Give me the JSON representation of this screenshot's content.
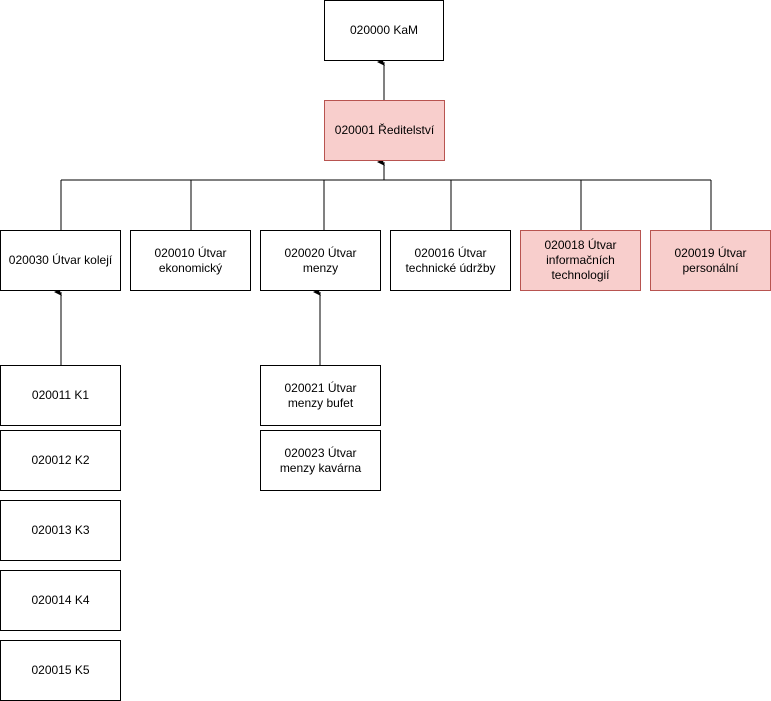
{
  "colors": {
    "highlight_fill": "#f8cecc",
    "highlight_border": "#b85450",
    "default_fill": "#ffffff",
    "line": "#000000"
  },
  "nodes": {
    "kam": {
      "label": "020000 KaM",
      "highlighted": false
    },
    "reditelstvi": {
      "label": "020001 Ředitelství",
      "highlighted": true
    },
    "utvar_koleji": {
      "label": "020030 Útvar kolejí",
      "highlighted": false
    },
    "utvar_ekonomicky": {
      "label": "020010 Útvar ekonomický",
      "highlighted": false
    },
    "utvar_menzy": {
      "label": "020020 Útvar menzy",
      "highlighted": false
    },
    "utvar_technicke_udrzby": {
      "label": "020016 Útvar technické údržby",
      "highlighted": false
    },
    "utvar_informacnich_technologii": {
      "label": "020018 Útvar informačních technologií",
      "highlighted": true
    },
    "utvar_personalni": {
      "label": "020019 Útvar personální",
      "highlighted": true
    },
    "k1": {
      "label": "020011 K1",
      "highlighted": false
    },
    "k2": {
      "label": "020012 K2",
      "highlighted": false
    },
    "k3": {
      "label": "020013 K3",
      "highlighted": false
    },
    "k4": {
      "label": "020014 K4",
      "highlighted": false
    },
    "k5": {
      "label": "020015 K5",
      "highlighted": false
    },
    "menzy_bufet": {
      "label": "020021 Útvar menzy bufet",
      "highlighted": false
    },
    "menzy_kavarna": {
      "label": "020023 Útvar menzy kavárna",
      "highlighted": false
    }
  },
  "edges": [
    {
      "from": "reditelstvi",
      "to": "kam"
    },
    {
      "from": "utvar_koleji",
      "to": "reditelstvi"
    },
    {
      "from": "utvar_ekonomicky",
      "to": "reditelstvi"
    },
    {
      "from": "utvar_menzy",
      "to": "reditelstvi"
    },
    {
      "from": "utvar_technicke_udrzby",
      "to": "reditelstvi"
    },
    {
      "from": "utvar_informacnich_technologii",
      "to": "reditelstvi"
    },
    {
      "from": "utvar_personalni",
      "to": "reditelstvi"
    },
    {
      "from": "k1",
      "to": "utvar_koleji"
    },
    {
      "from": "menzy_bufet",
      "to": "utvar_menzy"
    }
  ]
}
